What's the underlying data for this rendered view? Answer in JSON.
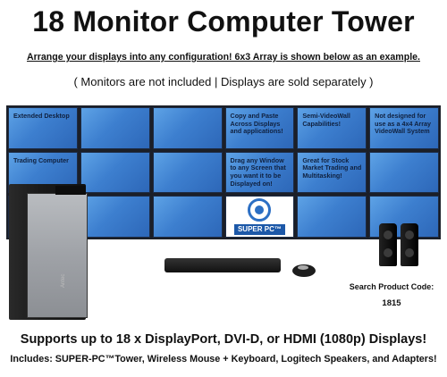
{
  "title": "18 Monitor Computer Tower",
  "subtitle": "Arrange your displays into any configuration! 6x3 Array is shown below as an example.",
  "notice": "(  Monitors are not included | Displays are sold separately  )",
  "wall": {
    "panels": [
      "Extended Desktop",
      "",
      "",
      "Copy and Paste Across Displays and applications!",
      "Semi-VideoWall Capabilities!",
      "Not designed for use as a 4x4 Array VideoWall System",
      "Trading Computer",
      "",
      "",
      "Drag any Window to any Screen that you want it to be Displayed on!",
      "Great for Stock Market Trading and Multitasking!",
      "",
      "",
      "",
      "",
      "",
      "",
      ""
    ],
    "logo_text": "SUPER PC™"
  },
  "tower_brand": "Antec",
  "search": {
    "label": "Search Product Code:",
    "code": "1815"
  },
  "supports": "Supports up to 18 x DisplayPort, DVI-D, or HDMI (1080p) Displays!",
  "includes": "Includes: SUPER-PC™Tower, Wireless Mouse + Keyboard, Logitech Speakers, and Adapters!"
}
